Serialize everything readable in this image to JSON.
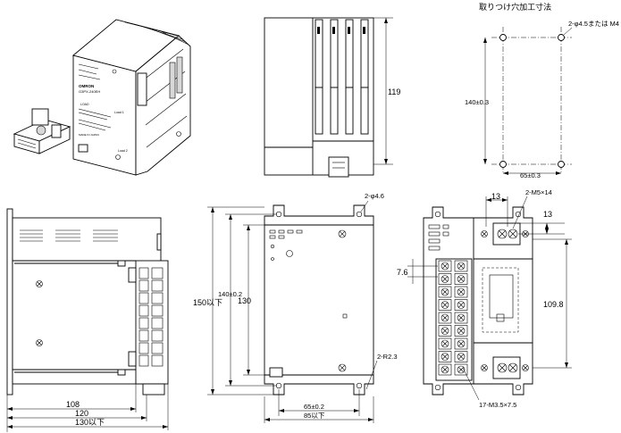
{
  "drawing": {
    "mounting_title": "取りつけ穴加工寸法",
    "dims": {
      "d119": "119",
      "mount_hole": "2-φ4.5または M4",
      "mount_140": "140±0.3",
      "mount_65": "65±0.3",
      "hole_46": "2-φ4.6",
      "h_150": "150以下",
      "h_140": "140±0.2",
      "h_130": "130",
      "w_65": "65±0.2",
      "w_85": "85以下",
      "radius": "2-R2.3",
      "side_108": "108",
      "side_120": "120",
      "side_130": "130以下",
      "d13a": "13",
      "d13b": "13",
      "screw_m5": "2-M5×14",
      "d76": "7.6",
      "d1098": "109.8",
      "screw_m35": "17-M3.5×7.5"
    },
    "product": {
      "brand": "OMRON",
      "model": "G3PX-240EH",
      "load_label": "LOAD",
      "load1": "Load 1",
      "load2": "Load 2",
      "origin": "MADE IN JAPAN"
    }
  }
}
